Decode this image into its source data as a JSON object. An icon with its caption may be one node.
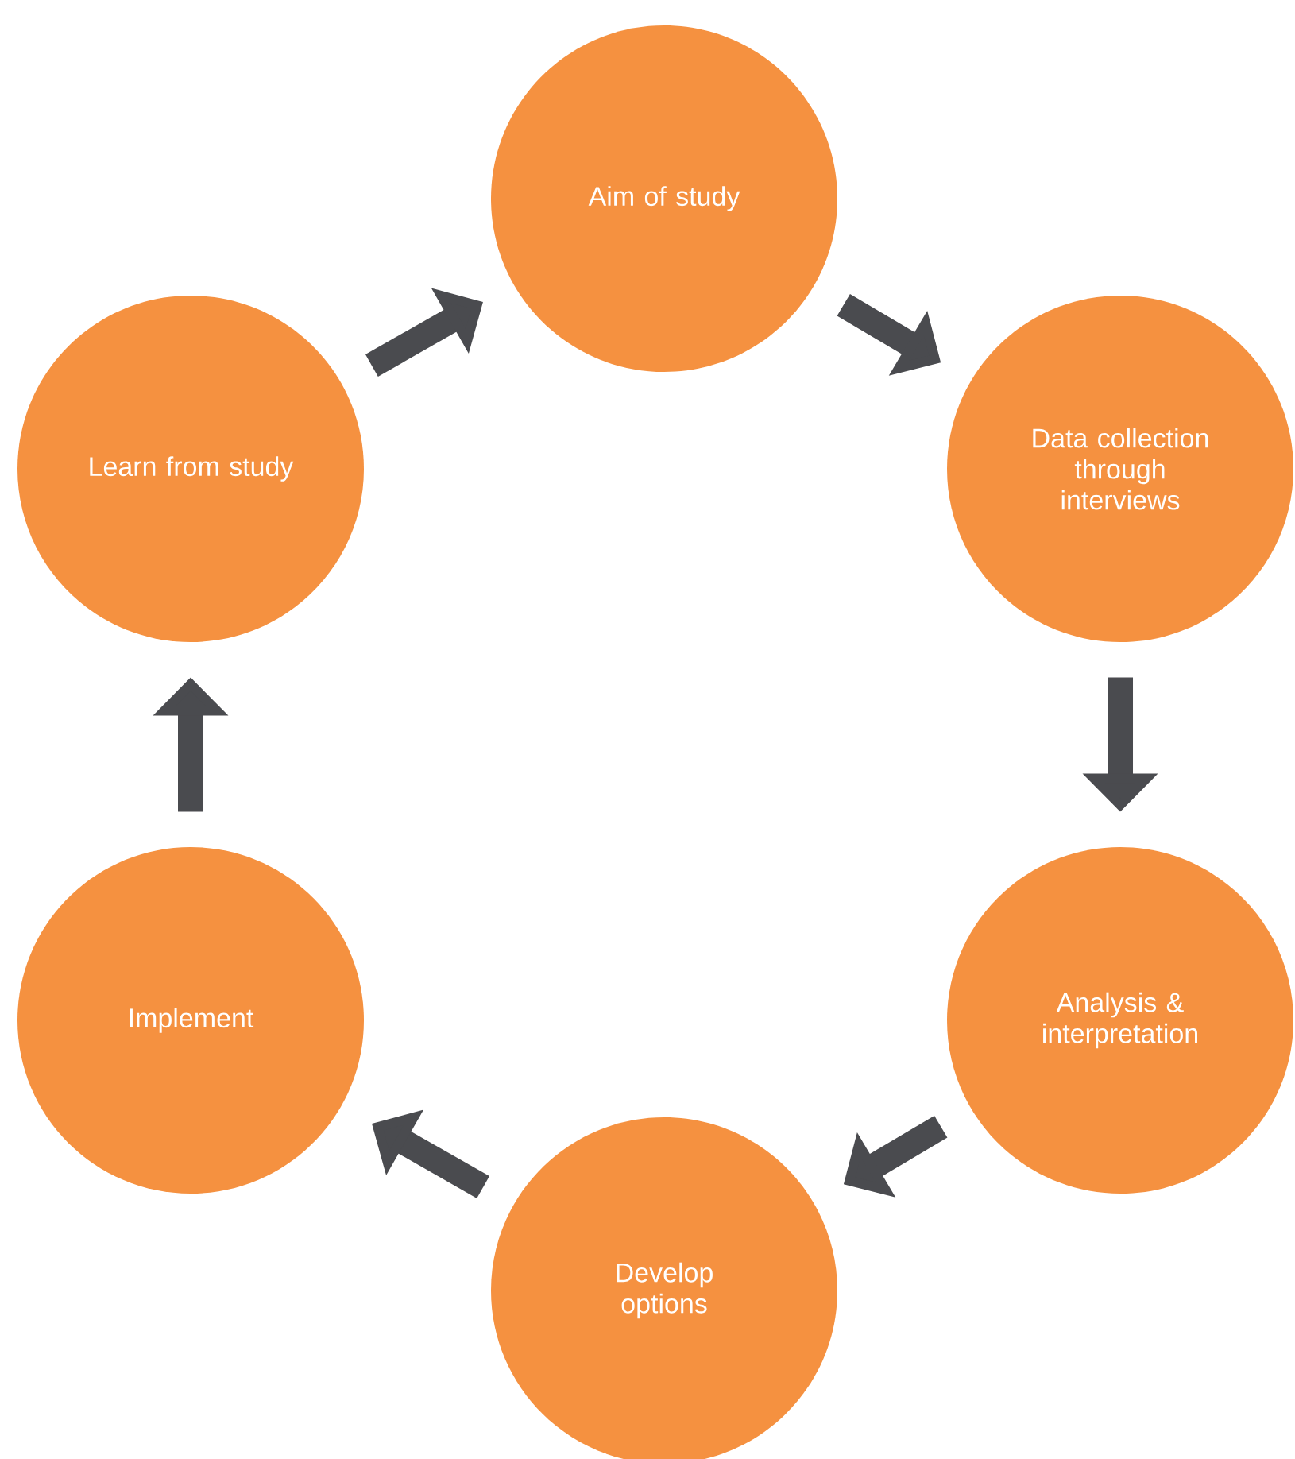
{
  "diagram": {
    "nodes": [
      {
        "text": [
          "Aim of study"
        ]
      },
      {
        "text": [
          "Data collection through interviews"
        ]
      },
      {
        "text": [
          "Analysis & interpretation"
        ]
      },
      {
        "text": [
          "Develop options"
        ]
      },
      {
        "text": [
          "Implement"
        ]
      },
      {
        "text": [
          "Learn from study"
        ]
      }
    ],
    "edges": [
      {
        "from": 0,
        "to": 1,
        "arrow": "to"
      },
      {
        "from": 1,
        "to": 2,
        "arrow": "to"
      },
      {
        "from": 2,
        "to": 3,
        "arrow": "to"
      },
      {
        "from": 3,
        "to": 4,
        "arrow": "to"
      },
      {
        "from": 4,
        "to": 5,
        "arrow": "to"
      },
      {
        "from": 5,
        "to": 0,
        "arrow": "to"
      }
    ]
  }
}
